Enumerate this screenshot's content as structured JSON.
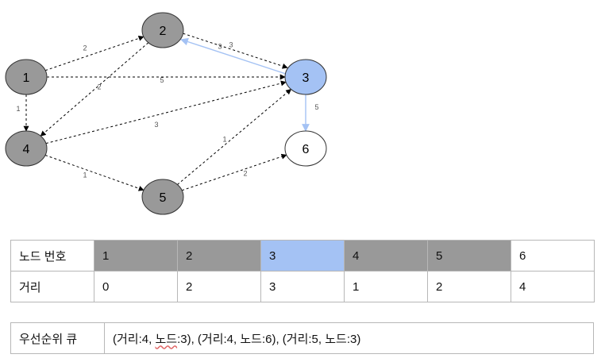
{
  "colors": {
    "visited": "#999999",
    "current": "#a4c2f4",
    "unvisited": "#ffffff",
    "edge_dashed": "#000000",
    "edge_path": "#a4c2f4"
  },
  "graph": {
    "nodes": [
      {
        "id": "1",
        "label": "1",
        "state": "visited"
      },
      {
        "id": "2",
        "label": "2",
        "state": "visited"
      },
      {
        "id": "3",
        "label": "3",
        "state": "current"
      },
      {
        "id": "4",
        "label": "4",
        "state": "visited"
      },
      {
        "id": "5",
        "label": "5",
        "state": "visited"
      },
      {
        "id": "6",
        "label": "6",
        "state": "unvisited"
      }
    ],
    "edges": [
      {
        "from": "1",
        "to": "2",
        "weight": "2",
        "style": "dashed"
      },
      {
        "from": "1",
        "to": "3",
        "weight": "5",
        "style": "dashed"
      },
      {
        "from": "1",
        "to": "4",
        "weight": "1",
        "style": "dashed"
      },
      {
        "from": "2",
        "to": "3",
        "weight": "3",
        "style": "dashed"
      },
      {
        "from": "2",
        "to": "4",
        "weight": "2",
        "style": "dashed"
      },
      {
        "from": "3",
        "to": "2",
        "weight": "3",
        "style": "path"
      },
      {
        "from": "3",
        "to": "6",
        "weight": "5",
        "style": "path"
      },
      {
        "from": "4",
        "to": "3",
        "weight": "3",
        "style": "dashed"
      },
      {
        "from": "4",
        "to": "5",
        "weight": "1",
        "style": "dashed"
      },
      {
        "from": "5",
        "to": "3",
        "weight": "1",
        "style": "dashed"
      },
      {
        "from": "5",
        "to": "6",
        "weight": "2",
        "style": "dashed"
      }
    ]
  },
  "distance_table": {
    "node_header": "노드 번호",
    "dist_header": "거리",
    "nodes": [
      "1",
      "2",
      "3",
      "4",
      "5",
      "6"
    ],
    "distances": [
      "0",
      "2",
      "3",
      "1",
      "2",
      "4"
    ],
    "node_states": [
      "visited",
      "visited",
      "current",
      "visited",
      "visited",
      "unvisited"
    ]
  },
  "priority_queue": {
    "label": "우선순위 큐",
    "content_part1": "(거리:4, ",
    "content_flagged": "노드",
    "content_part2": ":3), (거리:4, 노드:6), (거리:5, 노드:3)"
  }
}
